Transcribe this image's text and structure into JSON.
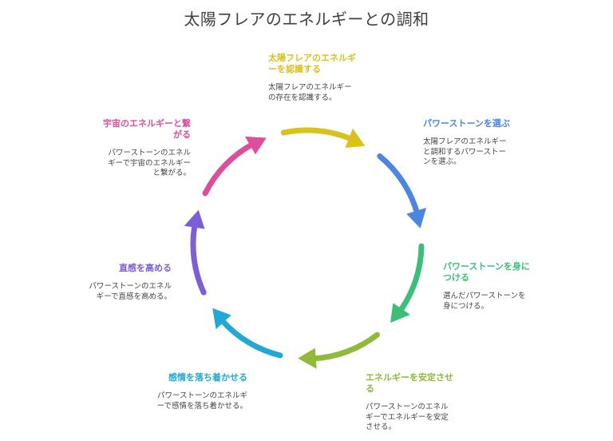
{
  "title": "太陽フレアのエネルギーとの調和",
  "steps": [
    {
      "title": "太陽フレアのエネルギーを認識する",
      "desc": "太陽フレアのエネルギーの存在を認識する。",
      "color": "#d9c21c"
    },
    {
      "title": "パワーストーンを選ぶ",
      "desc": "太陽フレアのエネルギーと調和するパワーストーンを選ぶ。",
      "color": "#4c86e0"
    },
    {
      "title": "パワーストーンを身につける",
      "desc": "選んだパワーストーンを身につける。",
      "color": "#3bbf79"
    },
    {
      "title": "エネルギーを安定させる",
      "desc": "パワーストーンのエネルギーでエネルギーを安定させる。",
      "color": "#8fba3a"
    },
    {
      "title": "感情を落ち着かせる",
      "desc": "パワーストーンのエネルギーで感情を落ち着かせる。",
      "color": "#21a9d4"
    },
    {
      "title": "直感を高める",
      "desc": "パワーストーンのエネルギーで直感を高める。",
      "color": "#7d5ed9"
    },
    {
      "title": "宇宙のエネルギーと繋がる",
      "desc": "パワーストーンのエネルギーで宇宙のエネルギーと繋がる。",
      "color": "#db4f9c"
    }
  ]
}
